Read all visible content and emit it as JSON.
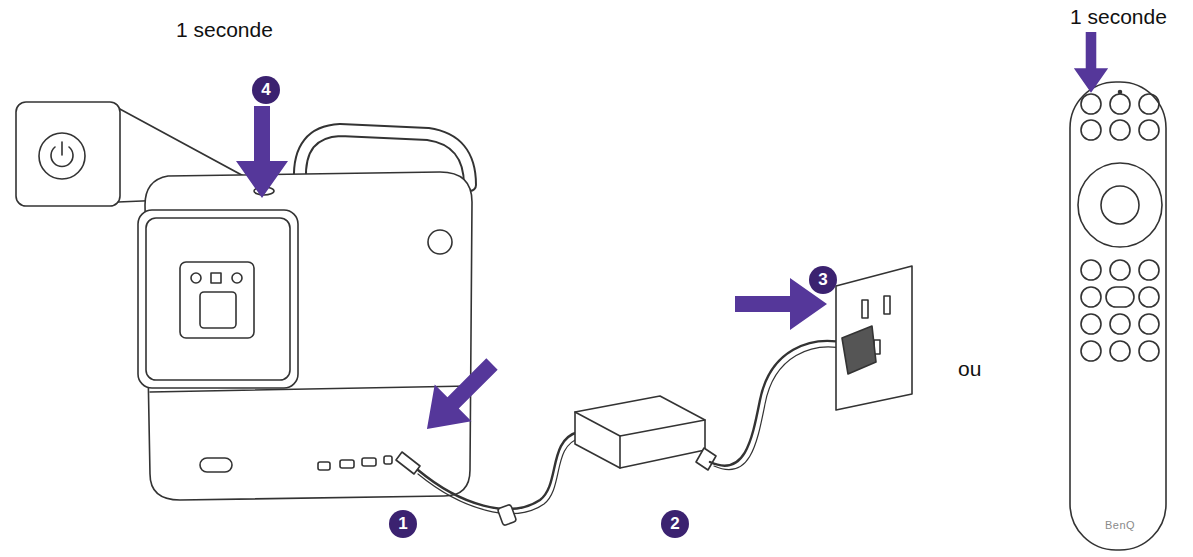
{
  "diagram": {
    "labels": [
      "1 seconde",
      "1 seconde",
      "4",
      "3",
      "ou",
      "1",
      "2",
      "BenQ"
    ]
  }
}
